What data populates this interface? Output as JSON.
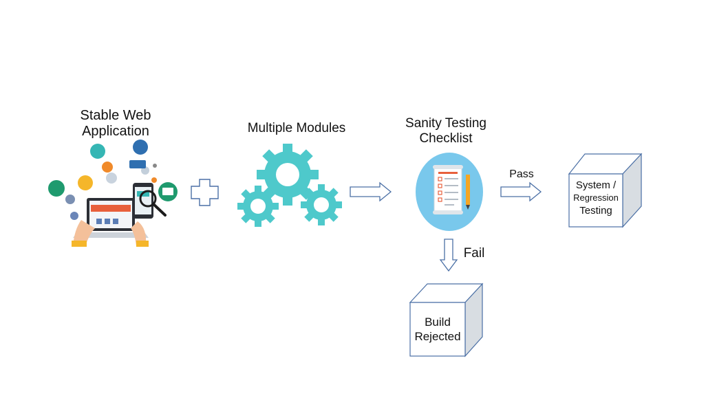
{
  "nodes": {
    "web_app": {
      "line1": "Stable Web",
      "line2": "Application"
    },
    "modules": {
      "label": "Multiple Modules"
    },
    "checklist": {
      "line1": "Sanity Testing",
      "line2": "Checklist"
    },
    "system": {
      "line1": "System /",
      "line2": "Regression",
      "line3": "Testing"
    },
    "build": {
      "line1": "Build",
      "line2": "Rejected"
    }
  },
  "edges": {
    "pass": "Pass",
    "fail": "Fail"
  },
  "colors": {
    "outline": "#4a6fa5",
    "gear": "#4ec9cb",
    "checklist_bg": "#79c8ec",
    "paper": "#ffffff",
    "paper_accent": "#e8603c",
    "pencil": "#f5a623",
    "cube_side": "#d8dde2",
    "cube_top": "#ffffff"
  },
  "icons": [
    "web-application-illustration",
    "plus-icon",
    "gears-icon",
    "checklist-icon",
    "arrow-right-icon",
    "arrow-down-icon",
    "cube-icon"
  ]
}
